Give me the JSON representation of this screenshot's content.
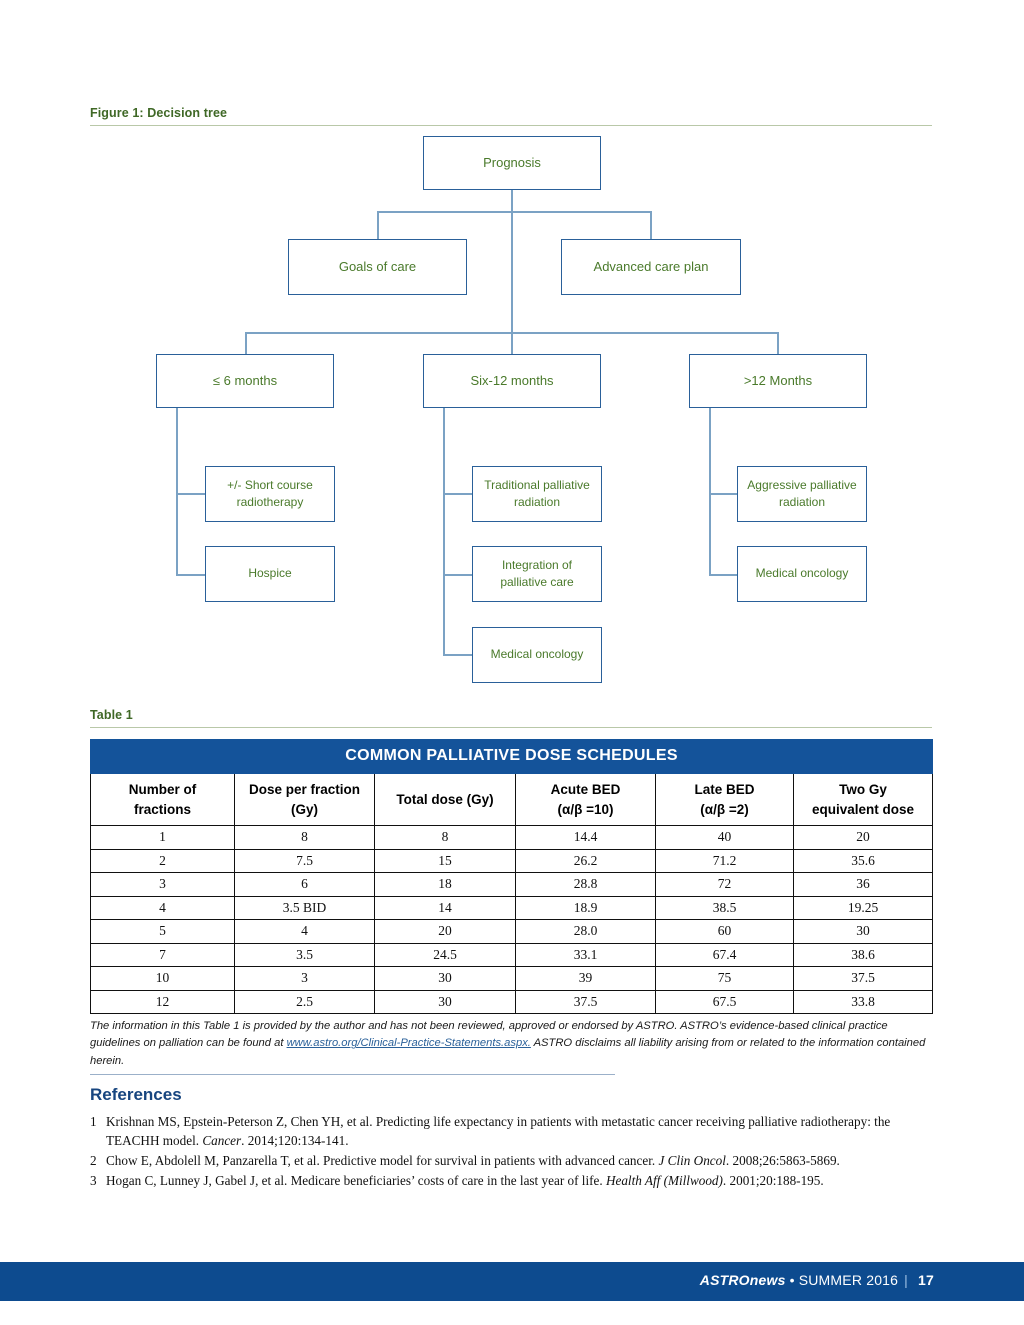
{
  "figure": {
    "caption": "Figure 1: Decision tree",
    "nodes": {
      "root": "Prognosis",
      "level2": [
        "Goals of care",
        "Advanced care plan"
      ],
      "level3": [
        "≤ 6 months",
        "Six-12 months",
        ">12 Months"
      ],
      "branch_left": [
        "+/- Short course radiotherapy",
        "Hospice"
      ],
      "branch_middle": [
        "Traditional palliative radiation",
        "Integration of palliative care",
        "Medical oncology"
      ],
      "branch_right": [
        "Aggressive palliative radiation",
        "Medical oncology"
      ]
    },
    "colors": {
      "box_border": "#2a6099",
      "connector": "#7ba2c4",
      "node_text": "#4a7a2b",
      "caption_text": "#3f6826"
    }
  },
  "table": {
    "caption": "Table 1",
    "title": "COMMON PALLIATIVE DOSE SCHEDULES",
    "title_bg": "#14539a",
    "columns": [
      "Number of fractions",
      "Dose per fraction (Gy)",
      "Total dose (Gy)",
      "Acute BED (α/β =10)",
      "Late BED (α/β =2)",
      "Two Gy equivalent dose"
    ],
    "columns_lines": [
      [
        "Number of",
        "fractions"
      ],
      [
        "Dose per fraction",
        "(Gy)"
      ],
      [
        "Total dose (Gy)",
        ""
      ],
      [
        "Acute BED",
        "(α/β =10)"
      ],
      [
        "Late BED",
        "(α/β =2)"
      ],
      [
        "Two Gy",
        "equivalent dose"
      ]
    ],
    "rows": [
      [
        "1",
        "8",
        "8",
        "14.4",
        "40",
        "20"
      ],
      [
        "2",
        "7.5",
        "15",
        "26.2",
        "71.2",
        "35.6"
      ],
      [
        "3",
        "6",
        "18",
        "28.8",
        "72",
        "36"
      ],
      [
        "4",
        "3.5 BID",
        "14",
        "18.9",
        "38.5",
        "19.25"
      ],
      [
        "5",
        "4",
        "20",
        "28.0",
        "60",
        "30"
      ],
      [
        "7",
        "3.5",
        "24.5",
        "33.1",
        "67.4",
        "38.6"
      ],
      [
        "10",
        "3",
        "30",
        "39",
        "75",
        "37.5"
      ],
      [
        "12",
        "2.5",
        "30",
        "37.5",
        "67.5",
        "33.8"
      ]
    ],
    "note_part1": "The information in this Table 1 is provided by the author and has not been reviewed, approved or endorsed by ASTRO. ASTRO’s evidence-based clinical practice guidelines on palliation can be found at ",
    "note_link": "www.astro.org/Clinical-Practice-Statements.aspx.",
    "note_part2": " ASTRO disclaims all liability arising from or related to the information contained herein."
  },
  "references": {
    "title": "References",
    "items": [
      {
        "num": "1",
        "pre": "Krishnan MS, Epstein-Peterson Z, Chen YH, et al. Predicting life expectancy in patients with metastatic cancer receiving palliative radiotherapy: the TEACHH model. ",
        "italic": "Cancer",
        "post": ". 2014;120:134-141."
      },
      {
        "num": "2",
        "pre": "Chow E, Abdolell M, Panzarella T, et al. Predictive model for survival in patients with advanced cancer. ",
        "italic": "J Clin Oncol",
        "post": ". 2008;26:5863-5869."
      },
      {
        "num": "3",
        "pre": "Hogan C, Lunney J, Gabel J, et al. Medicare beneficiaries’ costs of care in the last year of life. ",
        "italic": "Health Aff (Millwood)",
        "post": ". 2001;20:188-195."
      }
    ]
  },
  "footer": {
    "brand": "ASTROnews",
    "separator": "•",
    "issue": "SUMMER 2016",
    "divider": "|",
    "page": "17",
    "bg": "#0d4b8f"
  }
}
